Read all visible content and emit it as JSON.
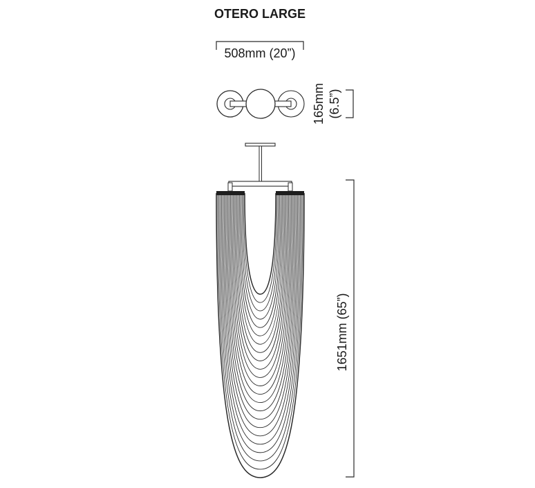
{
  "title": "OTERO LARGE",
  "dimensions": {
    "width_label": "508mm (20”)",
    "depth_label_mm": "165mm",
    "depth_label_in": "(6.5”)",
    "height_label": "1651mm (65”)"
  },
  "colors": {
    "ink": "#2a2a2a",
    "background": "#ffffff"
  }
}
